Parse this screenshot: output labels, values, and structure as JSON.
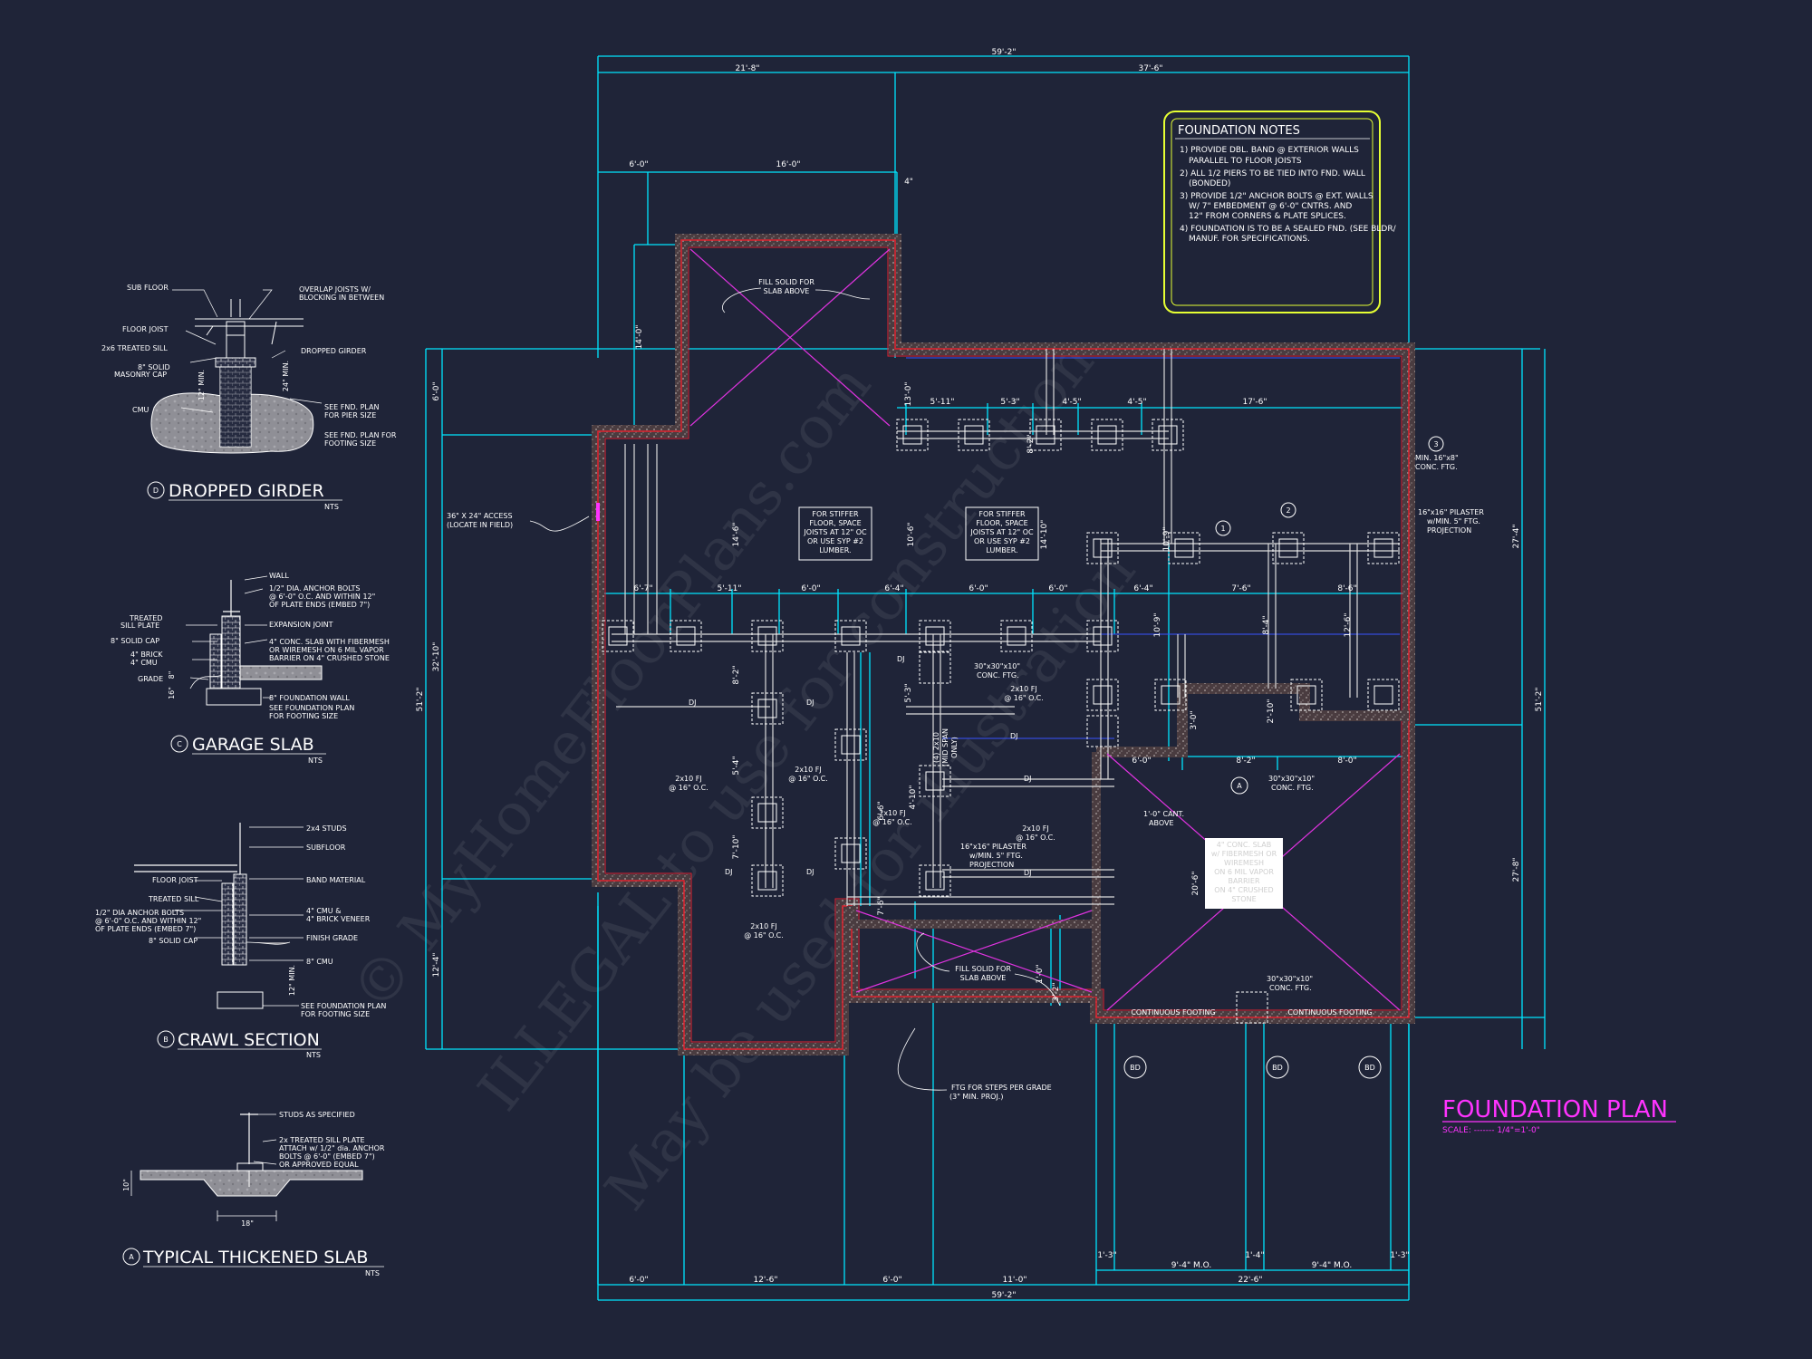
{
  "plan": {
    "title": "FOUNDATION PLAN",
    "scale": "SCALE: ------- 1/4\"=1'-0\""
  },
  "notes": {
    "heading": "FOUNDATION NOTES",
    "lines": [
      "1) PROVIDE DBL. BAND @ EXTERIOR WALLS",
      "PARALLEL TO FLOOR JOISTS",
      "2) ALL 1/2 PIERS TO BE TIED INTO FND. WALL",
      "(BONDED)",
      "3) PROVIDE 1/2\" ANCHOR BOLTS @ EXT. WALLS",
      "W/ 7\" EMBEDMENT @ 6'-0\" CNTRS. AND",
      "12\" FROM CORNERS & PLATE SPLICES.",
      "4) FOUNDATION IS TO BE A SEALED FND. (SEE BLDR/",
      "MANUF. FOR SPECIFICATIONS."
    ]
  },
  "details": {
    "d": {
      "title": "DROPPED GIRDER",
      "marker": "D",
      "nts": "NTS",
      "labels": [
        "SUB FLOOR",
        "OVERLAP JOISTS W/",
        "BLOCKING IN BETWEEN",
        "FLOOR JOIST",
        "2x6 TREATED SILL",
        "DROPPED GIRDER",
        "8\" SOLID",
        "MASONRY CAP",
        "12\" MIN.",
        "24\" MIN.",
        "CMU",
        "SEE FND. PLAN",
        "FOR PIER SIZE",
        "SEE FND. PLAN FOR",
        "FOOTING SIZE"
      ]
    },
    "c": {
      "title": "GARAGE SLAB",
      "marker": "C",
      "nts": "NTS",
      "labels": [
        "WALL",
        "1/2\" DIA. ANCHOR BOLTS",
        "@ 6'-0\" O.C. AND WITHIN 12\"",
        "OF PLATE ENDS (EMBED 7\")",
        "TREATED",
        "SILL PLATE",
        "EXPANSION JOINT",
        "8\" SOLID CAP",
        "4\" CONC. SLAB WITH FIBERMESH",
        "OR WIREMESH ON 6 MIL VAPOR",
        "4\" BRICK",
        "4\" CMU",
        "BARRIER ON 4\" CRUSHED STONE",
        "GRADE",
        "8\" FOUNDATION WALL",
        "SEE FOUNDATION PLAN",
        "FOR FOOTING SIZE",
        "16\"",
        "8\""
      ]
    },
    "b": {
      "title": "CRAWL SECTION",
      "marker": "B",
      "nts": "NTS",
      "labels": [
        "2x4 STUDS",
        "SUBFLOOR",
        "FLOOR JOIST",
        "BAND MATERIAL",
        "TREATED SILL",
        "1/2\" DIA ANCHOR BOLTS",
        "@ 6'-0\" O.C. AND WITHIN 12\"",
        "OF PLATE ENDS (EMBED 7\")",
        "4\" CMU &",
        "4\" BRICK VENEER",
        "8\" SOLID CAP",
        "FINISH GRADE",
        "8\" CMU",
        "12\" MIN.",
        "SEE FOUNDATION PLAN",
        "FOR FOOTING SIZE"
      ]
    },
    "a": {
      "title": "TYPICAL THICKENED SLAB",
      "marker": "A",
      "nts": "NTS",
      "labels": [
        "STUDS AS SPECIFIED",
        "2x TREATED SILL PLATE",
        "ATTACH w/ 1/2\" dia. ANCHOR",
        "BOLTS @ 6'-0\" (EMBED 7\")",
        "OR APPROVED EQUAL",
        "18\"",
        "10\""
      ]
    }
  },
  "dimensions": {
    "top": [
      "59'-2\"",
      "21'-8\"",
      "37'-6\"",
      "6'-0\"",
      "16'-0\"",
      "4\""
    ],
    "bottom": [
      "59'-2\"",
      "6'-0\"",
      "12'-6\"",
      "6'-0\"",
      "11'-0\"",
      "22'-6\"",
      "1'-3\"",
      "9'-4\" M.O.",
      "1'-4\"",
      "9'-4\" M.O.",
      "1'-3\""
    ],
    "left": [
      "6'-0\"",
      "32'-10\"",
      "51'-2\"",
      "12'-4\"",
      "14'-0\""
    ],
    "right": [
      "27'-4\"",
      "51'-2\"",
      "27'-8\""
    ],
    "interior": [
      "5'-11\"",
      "5'-3\"",
      "4'-5\"",
      "4'-5\"",
      "17'-6\"",
      "6'-7\"",
      "5'-11\"",
      "6'-0\"",
      "6'-4\"",
      "6'-0\"",
      "6'-0\"",
      "6'-4\"",
      "7'-6\"",
      "8'-6\"",
      "6'-0\"",
      "8'-2\"",
      "8'-0\"",
      "8'-2\"",
      "5'-4\"",
      "7'-10\"",
      "7'-6\"",
      "6'-6\"",
      "5'-3\"",
      "4'-10\"",
      "14'-6\"",
      "10'-6\"",
      "14'-10\"",
      "13'-0\"",
      "10'-9\"",
      "10'-9\"",
      "8'-4\"",
      "12'-6\"",
      "8'-2\"",
      "3'-0\"",
      "2'-10\"",
      "20'-6\"",
      "1'-0\"",
      "3'-2\""
    ]
  },
  "annotations": {
    "fill_top": [
      "FILL SOLID FOR",
      "SLAB ABOVE"
    ],
    "fill_bottom": [
      "FILL SOLID FOR",
      "SLAB ABOVE"
    ],
    "access": [
      "36\" X 24\" ACCESS",
      "(LOCATE IN FIELD)"
    ],
    "stiffer_1": [
      "FOR STIFFER",
      "FLOOR, SPACE",
      "JOISTS AT 12\" OC",
      "OR USE SYP #2",
      "LUMBER."
    ],
    "stiffer_2": [
      "FOR STIFFER",
      "FLOOR, SPACE",
      "JOISTS AT 12\" OC",
      "OR USE SYP #2",
      "LUMBER."
    ],
    "conc_ftg_1": [
      "30\"x30\"x10\"",
      "CONC. FTG."
    ],
    "conc_ftg_2": [
      "30\"x30\"x10\"",
      "CONC. FTG."
    ],
    "conc_ftg_3": [
      "30\"x30\"x10\"",
      "CONC. FTG."
    ],
    "min_ftg": [
      "MIN. 16\"x8\"",
      "CONC. FTG."
    ],
    "pilaster_1": [
      "16\"x16\" PILASTER",
      "w/MIN. 5\" FTG.",
      "PROJECTION"
    ],
    "pilaster_2": [
      "16\"x16\" PILASTER",
      "w/MIN. 5\" FTG.",
      "PROJECTION"
    ],
    "cant": [
      "1'-0\" CANT.",
      "ABOVE"
    ],
    "slab_note": [
      "4\" CONC. SLAB",
      "w/ FIBERMESH OR",
      "WIREMESH",
      "ON 6 MIL VAPOR",
      "BARRIER",
      "ON 4\" CRUSHED",
      "STONE"
    ],
    "steps": [
      "FTG FOR STEPS PER GRADE",
      "(3\" MIN. PROJ.)"
    ],
    "cont_footing": [
      "CONTINUOUS FOOTING",
      "CONTINUOUS FOOTING"
    ],
    "joists": [
      "2x10 FJ",
      "@ 16\" O.C."
    ],
    "dj": "DJ",
    "beam": [
      "(4) 2x10",
      "(MID SPAN",
      "ONLY)"
    ],
    "tags": [
      "1",
      "2",
      "3",
      "A",
      "BD",
      "BD",
      "BD"
    ]
  },
  "watermark": [
    "© MyHomeFloorPlans.com",
    "ILLEGAL to use for construction",
    "May be used for illustration"
  ],
  "colors": {
    "background": "#1f2438",
    "dimension": "#00e5ff",
    "wall_outline": "#e0232f",
    "wall_fill": "#5a4a4a",
    "title": "#ff33ff",
    "notes_border": "#e6ff33",
    "diagonal": "#e033e0"
  }
}
